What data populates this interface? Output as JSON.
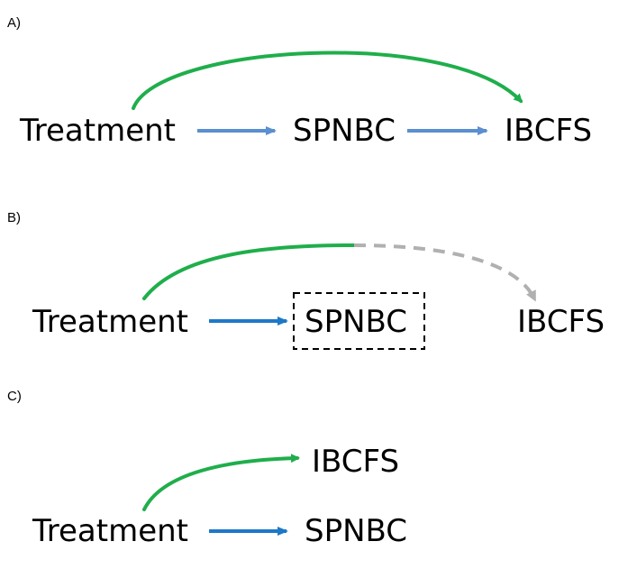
{
  "colors": {
    "green": "#1fae4b",
    "blue_light": "#5b8fd0",
    "blue": "#1e78c8",
    "gray_dashed": "#b0b0b0",
    "box_border": "#000000"
  },
  "panels": [
    {
      "label": "A)",
      "nodes": {
        "treatment": "Treatment",
        "spnbc": "SPNBC",
        "ibcfs": "IBCFS"
      }
    },
    {
      "label": "B)",
      "nodes": {
        "treatment": "Treatment",
        "spnbc": "SPNBC",
        "ibcfs": "IBCFS"
      }
    },
    {
      "label": "C)",
      "nodes": {
        "treatment": "Treatment",
        "ibcfs": "IBCFS",
        "spnbc": "SPNBC"
      }
    }
  ]
}
